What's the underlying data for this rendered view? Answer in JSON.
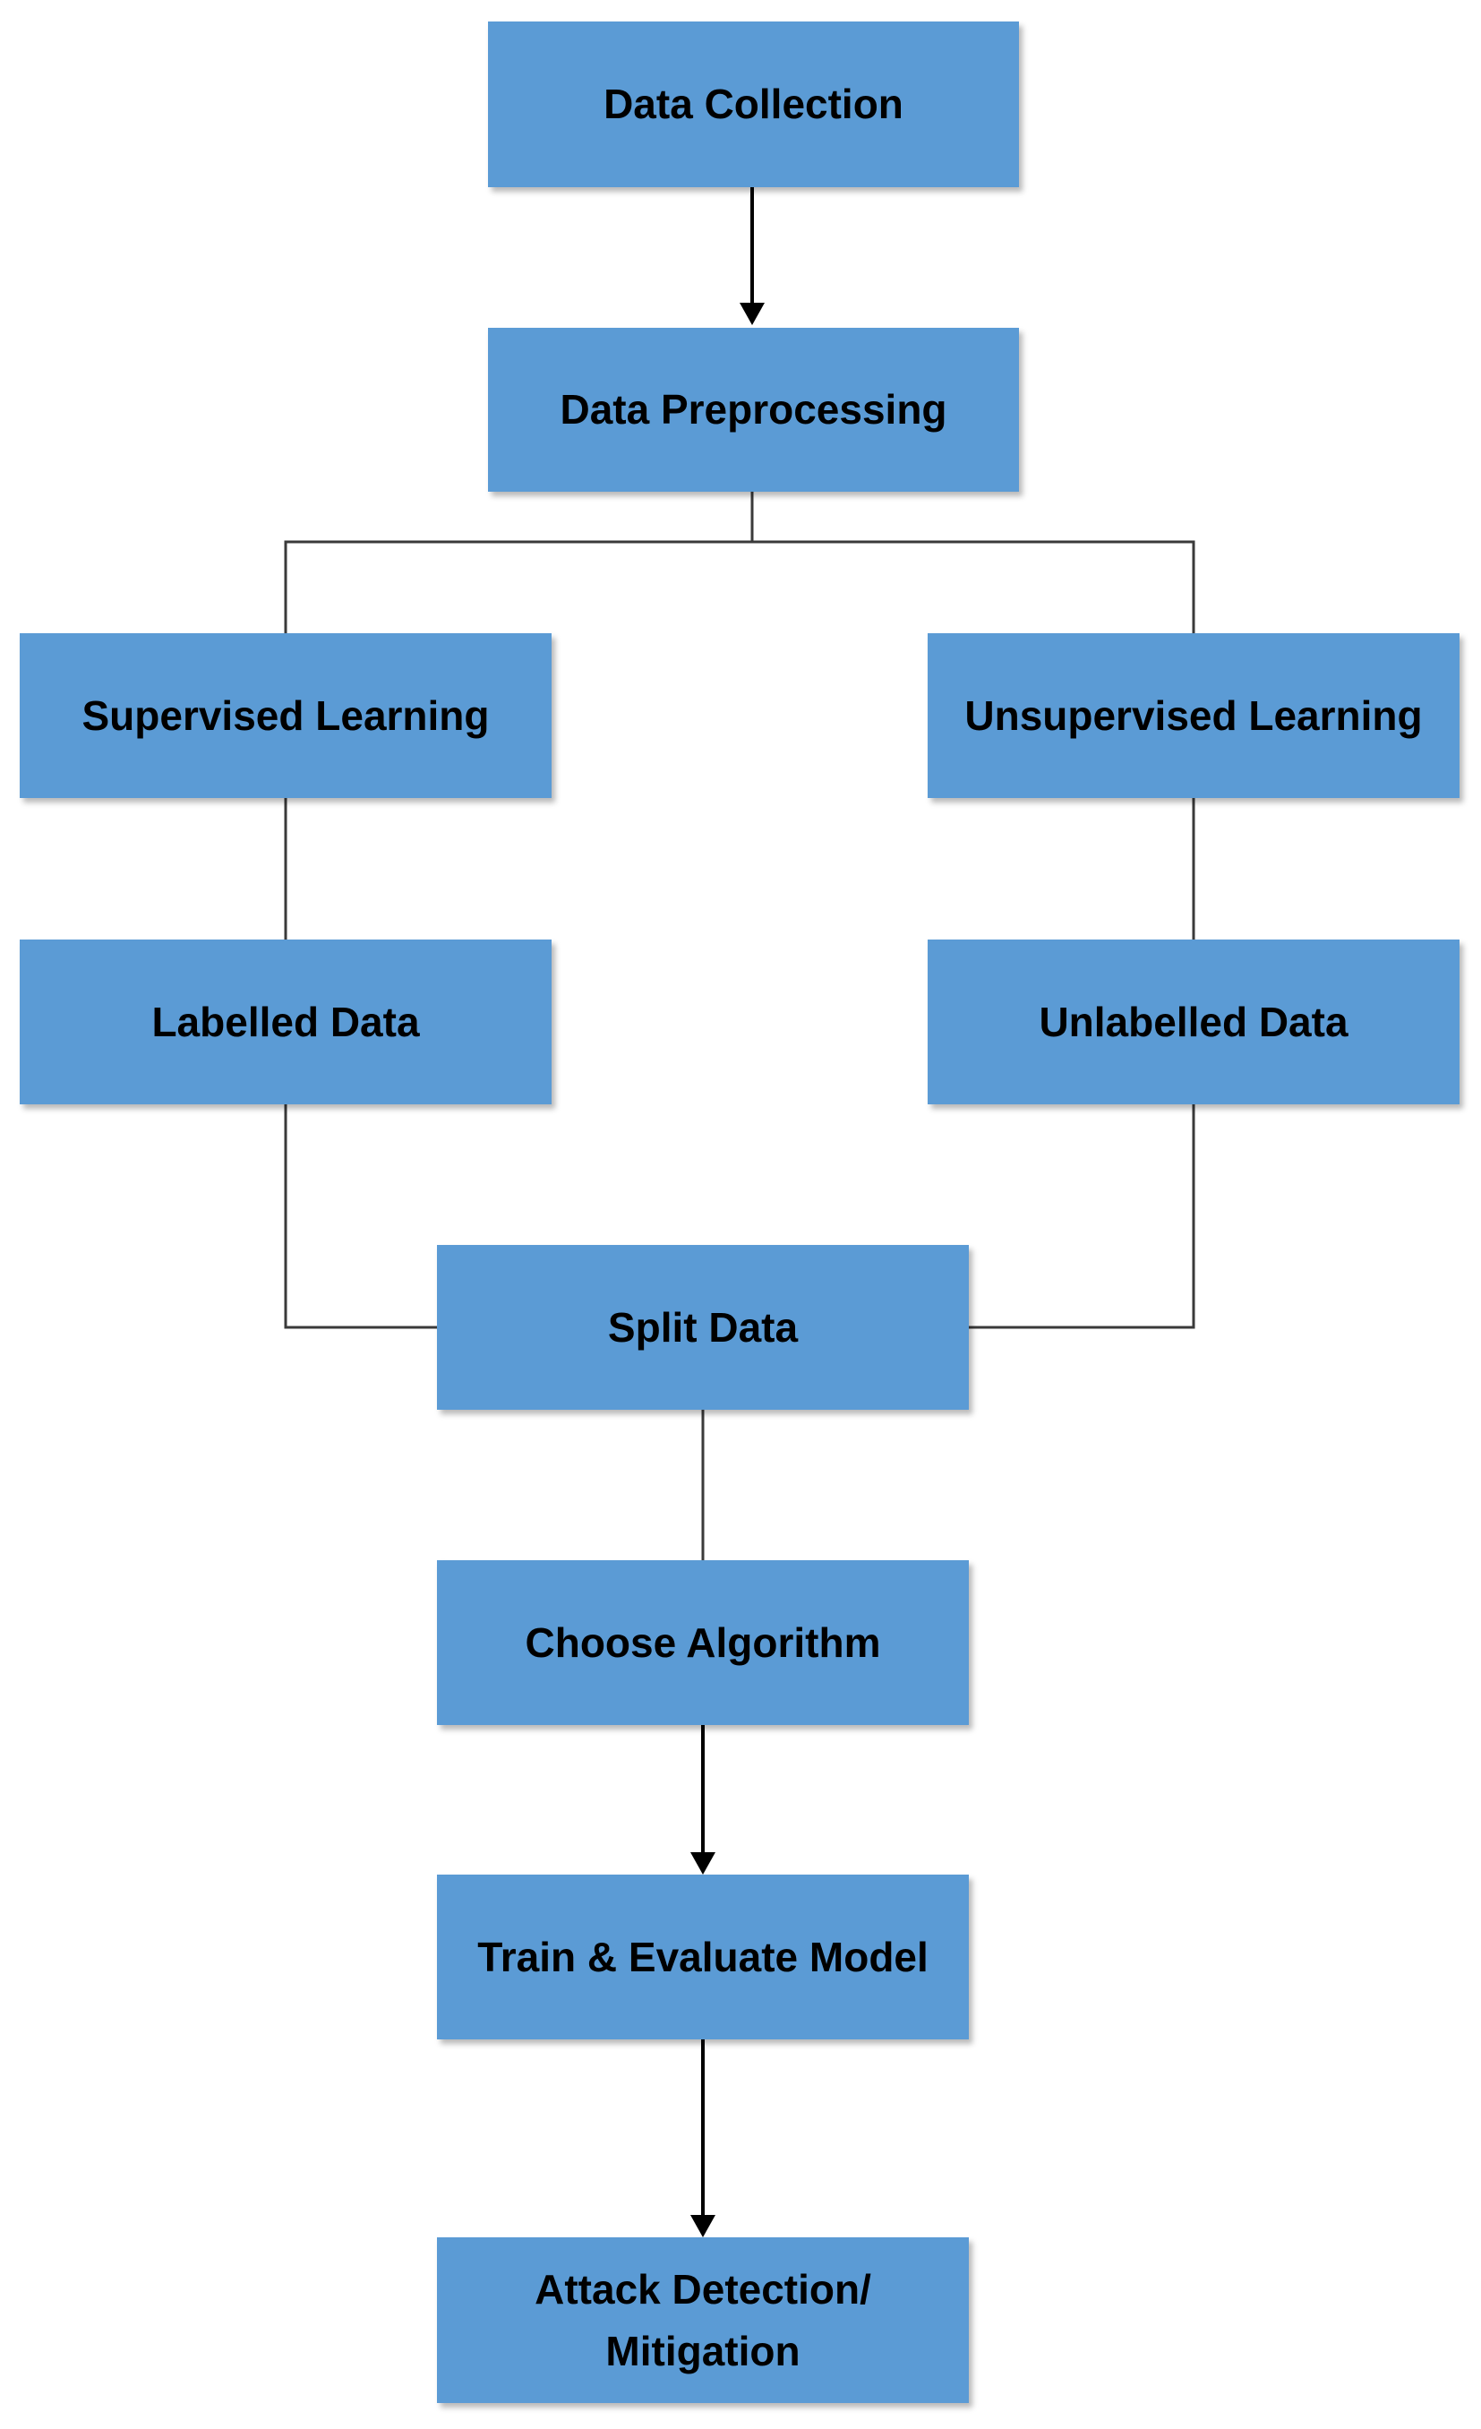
{
  "diagram": {
    "nodes": {
      "data_collection": "Data Collection",
      "data_preprocessing": "Data Preprocessing",
      "supervised_learning": "Supervised Learning",
      "unsupervised_learning": "Unsupervised Learning",
      "labelled_data": "Labelled Data",
      "unlabelled_data": "Unlabelled Data",
      "split_data": "Split Data",
      "choose_algorithm": "Choose Algorithm",
      "train_evaluate": "Train & Evaluate Model",
      "attack_detection_line1": "Attack Detection/",
      "attack_detection_line2": "Mitigation"
    },
    "colors": {
      "box_fill": "#5b9bd5",
      "connector": "#3a3a3a",
      "arrow": "#000000",
      "text": "#000000"
    }
  }
}
